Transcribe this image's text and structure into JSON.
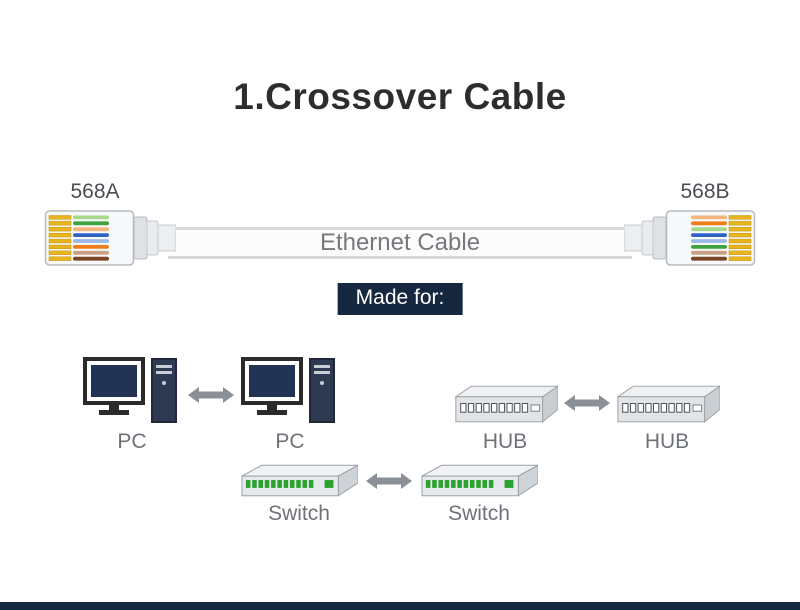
{
  "title": "1.Crossover Cable",
  "connectors": {
    "left_label": "568A",
    "right_label": "568B"
  },
  "cable_label": "Ethernet Cable",
  "made_for_label": "Made for:",
  "groups": {
    "pc": {
      "left": "PC",
      "right": "PC"
    },
    "hub": {
      "left": "HUB",
      "right": "HUB"
    },
    "switch": {
      "left": "Switch",
      "right": "Switch"
    }
  },
  "colors": {
    "accent_navy": "#152840",
    "label_gray": "#6e7278",
    "pin_gold": "#e8b51d",
    "arrow_gray": "#8b9096"
  },
  "wiring": {
    "t568a": [
      "#a6d98c",
      "#3fa33f",
      "#f5b57d",
      "#2f62c4",
      "#9ab8e8",
      "#ef7d1a",
      "#c9a083",
      "#7a4526"
    ],
    "t568b": [
      "#f5b57d",
      "#ef7d1a",
      "#a6d98c",
      "#2f62c4",
      "#9ab8e8",
      "#3fa33f",
      "#c9a083",
      "#7a4526"
    ]
  }
}
